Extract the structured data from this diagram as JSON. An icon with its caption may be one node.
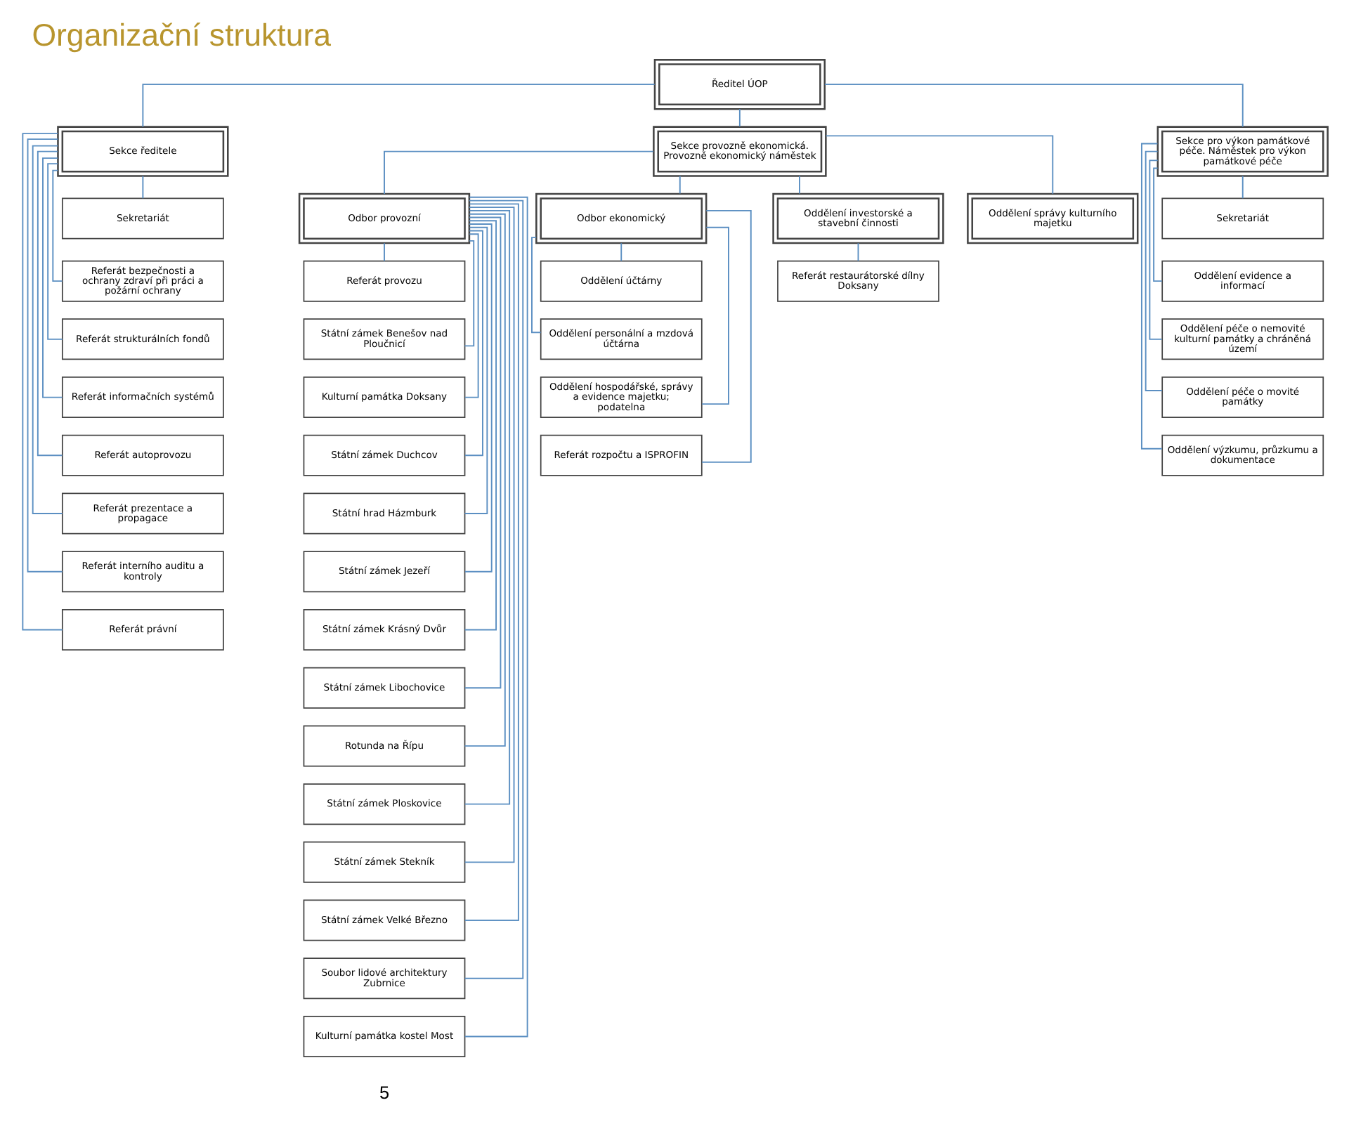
{
  "diagram": {
    "title": "Organizační struktura",
    "nodes": [
      {
        "text": [
          "Ředitel ÚOP"
        ]
      },
      {
        "text": [
          "Sekce ředitele"
        ]
      },
      {
        "text": [
          "Sekce provozně ekonomická. Provozně ekonomický náměstek"
        ]
      },
      {
        "text": [
          "Sekce pro výkon památkové péče. Náměstek pro výkon památkové péče"
        ]
      },
      {
        "text": [
          "Sekretariát"
        ]
      },
      {
        "text": [
          "Odbor provozní"
        ]
      },
      {
        "text": [
          "Odbor ekonomický"
        ]
      },
      {
        "text": [
          "Oddělení investorské a stavební činnosti"
        ]
      },
      {
        "text": [
          "Oddělení správy kulturního majetku"
        ]
      },
      {
        "text": [
          "Sekretariát"
        ]
      },
      {
        "text": [
          "Referát bezpečnosti a ochrany zdraví při práci a požární ochrany"
        ]
      },
      {
        "text": [
          "Referát provozu"
        ]
      },
      {
        "text": [
          "Oddělení účtárny"
        ]
      },
      {
        "text": [
          "Referát restaurátorské dílny Doksany"
        ]
      },
      {
        "text": [
          "Oddělení evidence a informací"
        ]
      },
      {
        "text": [
          "Referát strukturálních fondů"
        ]
      },
      {
        "text": [
          "Státní zámek Benešov nad Ploučnicí"
        ]
      },
      {
        "text": [
          "Oddělení personální a mzdová účtárna"
        ]
      },
      {
        "text": [
          "Oddělení péče o nemovité kulturní památky a chráněná území"
        ]
      },
      {
        "text": [
          "Referát informačních systémů"
        ]
      },
      {
        "text": [
          "Kulturní památka Doksany"
        ]
      },
      {
        "text": [
          "Oddělení hospodářské, správy a evidence majetku; podatelna"
        ]
      },
      {
        "text": [
          "Oddělení péče o movité památky"
        ]
      },
      {
        "text": [
          "Referát autoprovozu"
        ]
      },
      {
        "text": [
          "Státní zámek Duchcov"
        ]
      },
      {
        "text": [
          "Referát rozpočtu a ISPROFIN"
        ]
      },
      {
        "text": [
          "Oddělení výzkumu, průzkumu a dokumentace"
        ]
      },
      {
        "text": [
          "Referát prezentace a propagace"
        ]
      },
      {
        "text": [
          "Státní hrad Házmburk"
        ]
      },
      {
        "text": [
          "Referát interního auditu a kontroly"
        ]
      },
      {
        "text": [
          "Státní zámek Jezeří"
        ]
      },
      {
        "text": [
          "Referát právní"
        ]
      },
      {
        "text": [
          "Státní zámek Krásný Dvůr"
        ]
      },
      {
        "text": [
          "Státní zámek Libochovice"
        ]
      },
      {
        "text": [
          "Rotunda na Řípu"
        ]
      },
      {
        "text": [
          "Státní zámek Ploskovice"
        ]
      },
      {
        "text": [
          "Státní zámek Stekník"
        ]
      },
      {
        "text": [
          "Státní zámek Velké Březno"
        ]
      },
      {
        "text": [
          "Soubor lidové architektury Zubrnice"
        ]
      },
      {
        "text": [
          "Kulturní památka kostel Most"
        ]
      }
    ],
    "edges": [
      {
        "from": 0,
        "to": 1,
        "arrow": "none"
      },
      {
        "from": 0,
        "to": 2,
        "arrow": "none"
      },
      {
        "from": 0,
        "to": 3,
        "arrow": "none"
      },
      {
        "from": 1,
        "to": 4,
        "arrow": "none"
      },
      {
        "from": 1,
        "to": 10,
        "arrow": "none"
      },
      {
        "from": 1,
        "to": 15,
        "arrow": "none"
      },
      {
        "from": 1,
        "to": 19,
        "arrow": "none"
      },
      {
        "from": 1,
        "to": 23,
        "arrow": "none"
      },
      {
        "from": 1,
        "to": 27,
        "arrow": "none"
      },
      {
        "from": 1,
        "to": 29,
        "arrow": "none"
      },
      {
        "from": 1,
        "to": 31,
        "arrow": "none"
      },
      {
        "from": 2,
        "to": 5,
        "arrow": "none"
      },
      {
        "from": 2,
        "to": 6,
        "arrow": "none"
      },
      {
        "from": 2,
        "to": 7,
        "arrow": "none"
      },
      {
        "from": 2,
        "to": 8,
        "arrow": "none"
      },
      {
        "from": 3,
        "to": 9,
        "arrow": "none"
      },
      {
        "from": 3,
        "to": 14,
        "arrow": "none"
      },
      {
        "from": 3,
        "to": 18,
        "arrow": "none"
      },
      {
        "from": 3,
        "to": 22,
        "arrow": "none"
      },
      {
        "from": 3,
        "to": 26,
        "arrow": "none"
      },
      {
        "from": 5,
        "to": 11,
        "arrow": "none"
      },
      {
        "from": 5,
        "to": 16,
        "arrow": "none"
      },
      {
        "from": 5,
        "to": 20,
        "arrow": "none"
      },
      {
        "from": 5,
        "to": 24,
        "arrow": "none"
      },
      {
        "from": 5,
        "to": 28,
        "arrow": "none"
      },
      {
        "from": 5,
        "to": 30,
        "arrow": "none"
      },
      {
        "from": 5,
        "to": 32,
        "arrow": "none"
      },
      {
        "from": 5,
        "to": 33,
        "arrow": "none"
      },
      {
        "from": 5,
        "to": 34,
        "arrow": "none"
      },
      {
        "from": 5,
        "to": 35,
        "arrow": "none"
      },
      {
        "from": 5,
        "to": 36,
        "arrow": "none"
      },
      {
        "from": 5,
        "to": 37,
        "arrow": "none"
      },
      {
        "from": 5,
        "to": 38,
        "arrow": "none"
      },
      {
        "from": 5,
        "to": 39,
        "arrow": "none"
      },
      {
        "from": 6,
        "to": 12,
        "arrow": "none"
      },
      {
        "from": 6,
        "to": 17,
        "arrow": "none"
      },
      {
        "from": 6,
        "to": 21,
        "arrow": "none"
      },
      {
        "from": 6,
        "to": 25,
        "arrow": "none"
      },
      {
        "from": 7,
        "to": 13,
        "arrow": "none"
      }
    ],
    "labels": [
      "5"
    ]
  }
}
